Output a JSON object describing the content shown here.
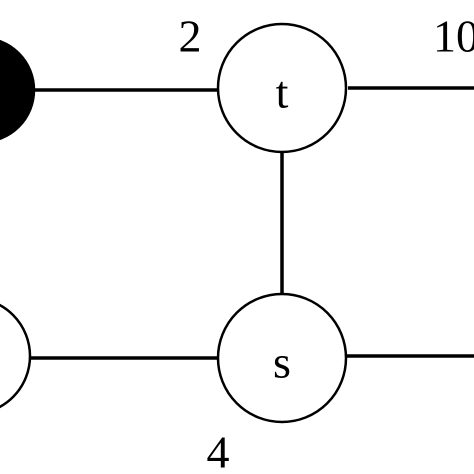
{
  "graph": {
    "nodes": [
      {
        "id": "black-node",
        "label": "",
        "fill": "#000000"
      },
      {
        "id": "t",
        "label": "t",
        "fill": "#ffffff"
      },
      {
        "id": "s",
        "label": "s",
        "fill": "#ffffff"
      },
      {
        "id": "left-lower-node",
        "label": "",
        "fill": "#ffffff"
      }
    ],
    "edges": [
      {
        "from": "black-node",
        "to": "t",
        "weight": "2"
      },
      {
        "from": "t",
        "to": "right-offscreen",
        "weight": "10"
      },
      {
        "from": "t",
        "to": "s",
        "weight": ""
      },
      {
        "from": "left-lower-node",
        "to": "s",
        "weight": "4"
      },
      {
        "from": "s",
        "to": "right-offscreen-lower",
        "weight": ""
      }
    ]
  },
  "colors": {
    "stroke": "#000000",
    "background": "#ffffff"
  }
}
